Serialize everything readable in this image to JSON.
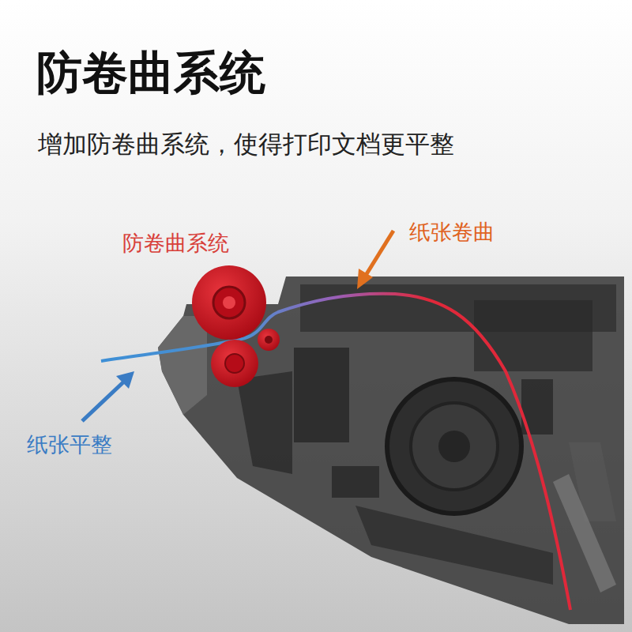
{
  "diagram": {
    "title": "防卷曲系统",
    "caption": "增加防卷曲系统，使得打印文档更平整",
    "labels": [
      "防卷曲系统",
      "纸张卷曲",
      "纸张平整"
    ]
  }
}
